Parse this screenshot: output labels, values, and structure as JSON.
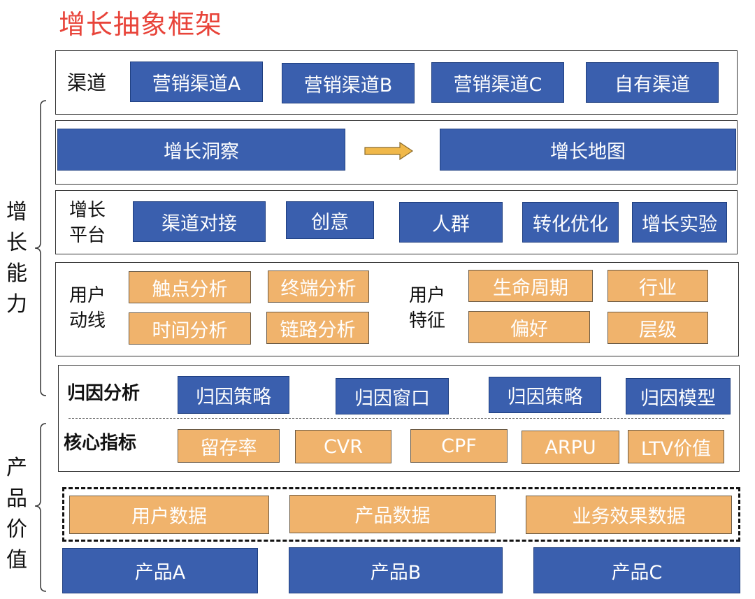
{
  "title": "增长抽象框架",
  "colors": {
    "title": "#E8443A",
    "blue": "#3A5FAE",
    "orange": "#F0B36C",
    "arrow": "#F0B84A"
  },
  "side_labels": {
    "growth_capability": "增长能力",
    "product_value": "产品价值"
  },
  "channel": {
    "label": "渠道",
    "items": [
      "营销渠道A",
      "营销渠道B",
      "营销渠道C",
      "自有渠道"
    ]
  },
  "insight": {
    "left": "增长洞察",
    "right": "增长地图"
  },
  "platform": {
    "label_line1": "增长",
    "label_line2": "平台",
    "items": [
      "渠道对接",
      "创意",
      "人群",
      "转化优化",
      "增长实验"
    ]
  },
  "user_path": {
    "label_line1": "用户",
    "label_line2": "动线",
    "items": [
      "触点分析",
      "终端分析",
      "时间分析",
      "链路分析"
    ]
  },
  "user_feature": {
    "label_line1": "用户",
    "label_line2": "特征",
    "items": [
      "生命周期",
      "行业",
      "偏好",
      "层级"
    ]
  },
  "attribution": {
    "label": "归因分析",
    "items": [
      "归因策略",
      "归因窗口",
      "归因策略",
      "归因模型"
    ]
  },
  "metrics": {
    "label": "核心指标",
    "items": [
      "留存率",
      "CVR",
      "CPF",
      "ARPU",
      "LTV价值"
    ]
  },
  "data": {
    "items": [
      "用户数据",
      "产品数据",
      "业务效果数据"
    ]
  },
  "products": {
    "items": [
      "产品A",
      "产品B",
      "产品C"
    ]
  }
}
